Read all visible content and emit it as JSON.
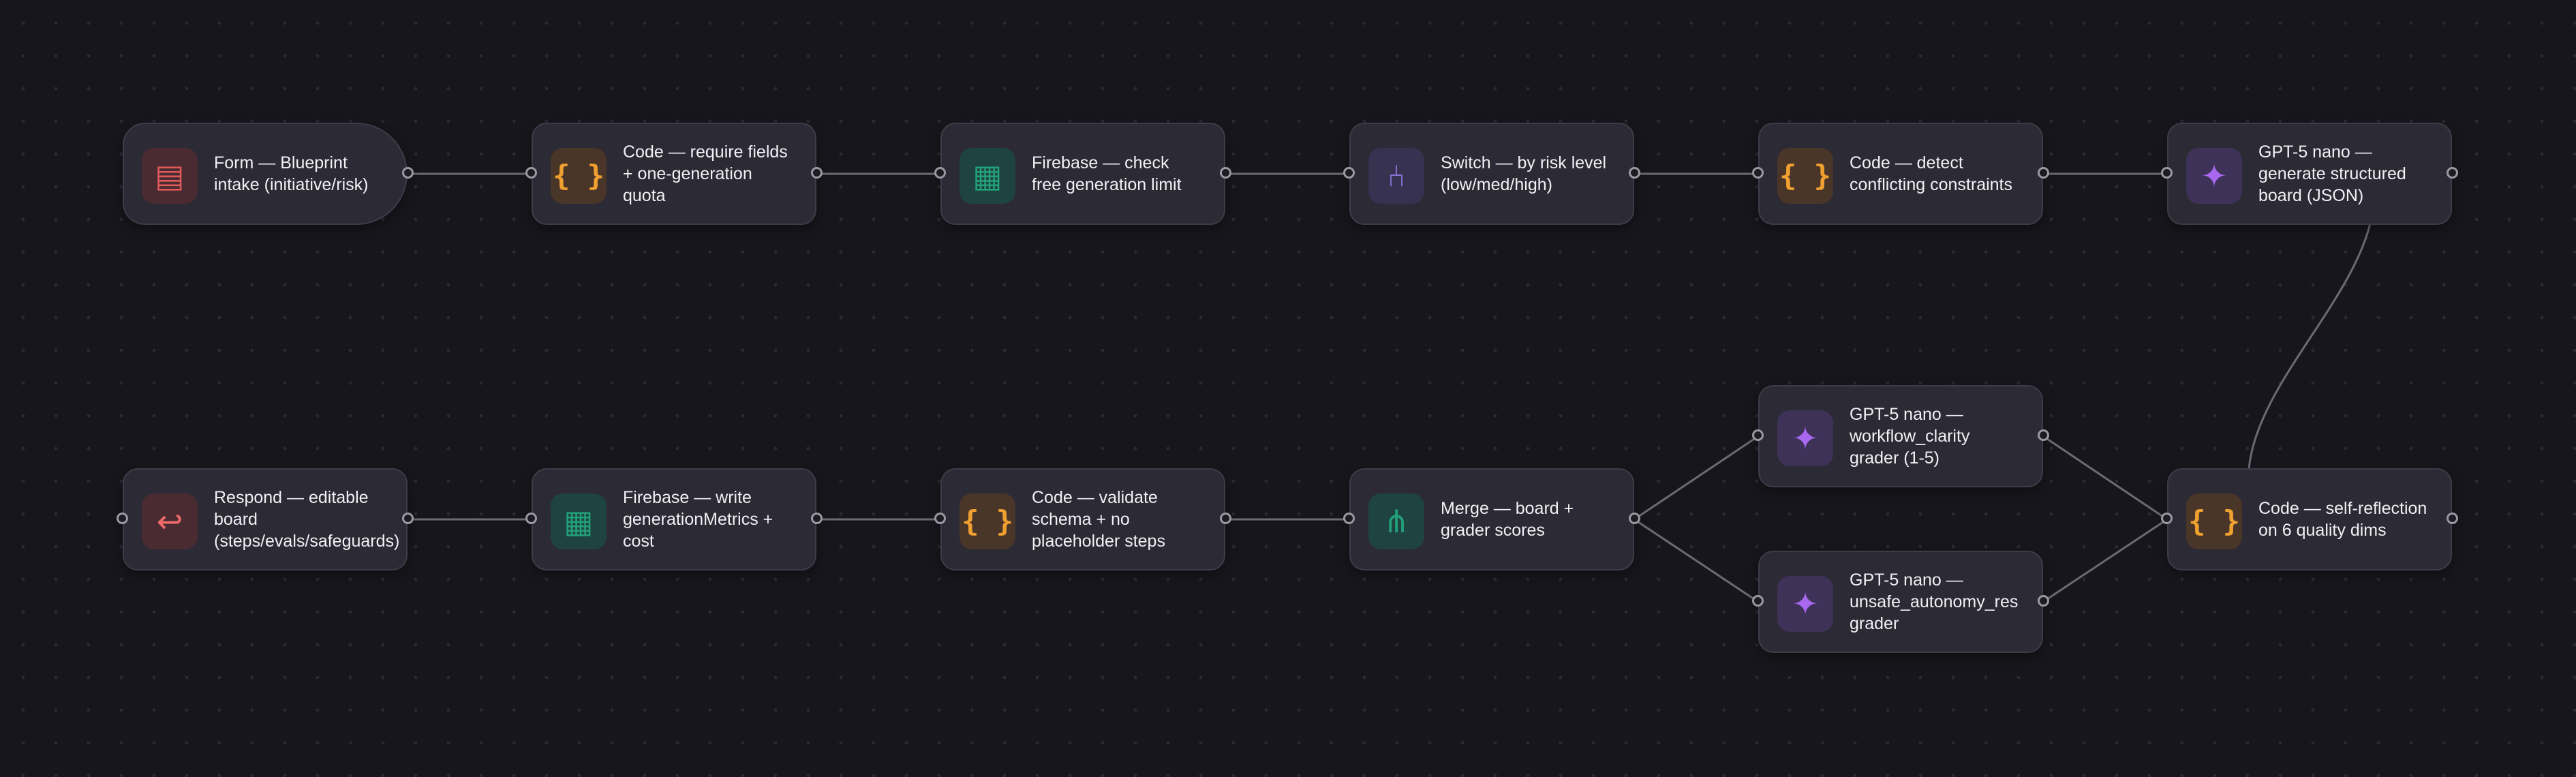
{
  "theme": {
    "canvas_background": "#16161c",
    "node_background": "#2b2a35",
    "node_border": "#3d3c48",
    "edge_color": "#6b6b76",
    "text_color": "#f1f1f4"
  },
  "icon_styles": {
    "form": {
      "glyph": "▤",
      "color": "#e05a5a",
      "bg": "#4a2b32"
    },
    "code": {
      "glyph": "{ }",
      "color": "#f0a030",
      "bg": "#4a3629"
    },
    "firebase": {
      "glyph": "▦",
      "color": "#22a07a",
      "bg": "#1f4340"
    },
    "switch": {
      "glyph": "⑃",
      "color": "#8a72d8",
      "bg": "#36324f"
    },
    "ai": {
      "glyph": "✦",
      "color": "#a868f0",
      "bg": "#3e3258"
    },
    "merge": {
      "glyph": "⋔",
      "color": "#22a07a",
      "bg": "#1f4340"
    },
    "respond": {
      "glyph": "↩",
      "color": "#f06a6a",
      "bg": "#4a2b32"
    }
  },
  "nodes": [
    {
      "id": "form-intake",
      "kind": "form",
      "label": "Form — Blueprint\nintake (initiative/risk)"
    },
    {
      "id": "code-require-fields",
      "kind": "code",
      "label": "Code — require fields\n+ one-generation\nquota"
    },
    {
      "id": "firebase-check-limit",
      "kind": "firebase",
      "label": "Firebase — check\nfree generation limit"
    },
    {
      "id": "switch-risk",
      "kind": "switch",
      "label": "Switch — by risk level\n(low/med/high)"
    },
    {
      "id": "code-detect-conflicts",
      "kind": "code",
      "label": "Code — detect\nconflicting constraints"
    },
    {
      "id": "gpt-generate-board",
      "kind": "ai",
      "label": "GPT-5 nano —\ngenerate structured\nboard (JSON)"
    },
    {
      "id": "gpt-workflow-grader",
      "kind": "ai",
      "label": "GPT-5 nano —\nworkflow_clarity\ngrader (1-5)"
    },
    {
      "id": "code-self-reflection",
      "kind": "code",
      "label": "Code — self-reflection\non 6 quality dims"
    },
    {
      "id": "gpt-autonomy-grader",
      "kind": "ai",
      "label": "GPT-5 nano —\nunsafe_autonomy_res\ngrader"
    },
    {
      "id": "merge-scores",
      "kind": "merge",
      "label": "Merge — board +\ngrader scores"
    },
    {
      "id": "code-validate-schema",
      "kind": "code",
      "label": "Code — validate\nschema + no\nplaceholder steps"
    },
    {
      "id": "firebase-write-metrics",
      "kind": "firebase",
      "label": "Firebase — write\ngenerationMetrics +\ncost"
    },
    {
      "id": "respond-board",
      "kind": "respond",
      "label": "Respond — editable\nboard\n(steps/evals/safeguards)"
    }
  ]
}
